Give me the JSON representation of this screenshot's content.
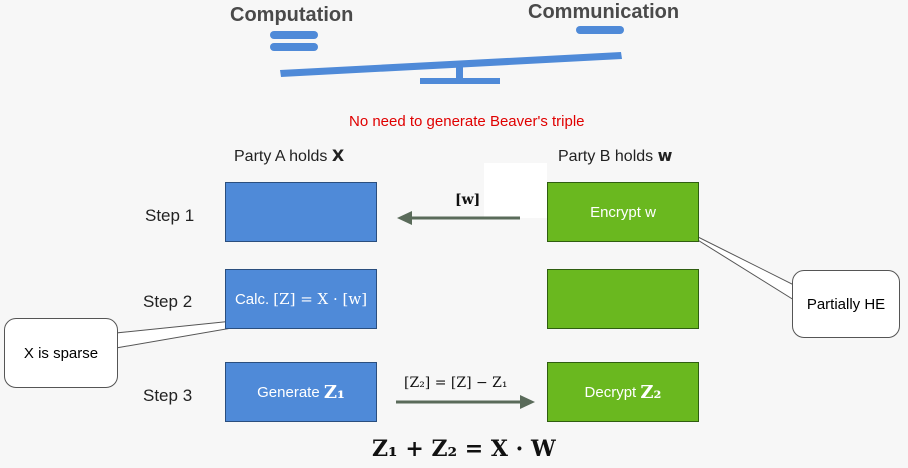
{
  "balance": {
    "left_label": "Computation",
    "right_label": "Communication",
    "colors": {
      "beam": "#4f8ad8"
    }
  },
  "note": "No need to generate Beaver's triple",
  "parties": {
    "a_prefix": "Party A holds ",
    "a_var": "X",
    "b_prefix": "Party B holds ",
    "b_var": "w"
  },
  "steps": [
    {
      "label": "Step 1"
    },
    {
      "label": "Step 2"
    },
    {
      "label": "Step 3"
    }
  ],
  "boxes": {
    "step1_b": "Encrypt w",
    "step2_a_prefix": "Calc. ",
    "step2_a_math": "[Z] = X · [w]",
    "step3_a_prefix": "Generate ",
    "step3_a_math": "Z₁",
    "step3_b_prefix": "Decrypt ",
    "step3_b_math": "Z₂"
  },
  "arrows": {
    "step1_label": "[w]",
    "step3_label": "[Z₂] = [Z] − Z₁"
  },
  "callouts": {
    "he": "Partially HE",
    "sparse": "X is sparse"
  },
  "equation": "Z₁ + Z₂ = X · W",
  "colors": {
    "blue": "#4f8ad8",
    "green": "#6ab81f",
    "note_red": "#e00000",
    "arrow": "#5a6b5a"
  }
}
